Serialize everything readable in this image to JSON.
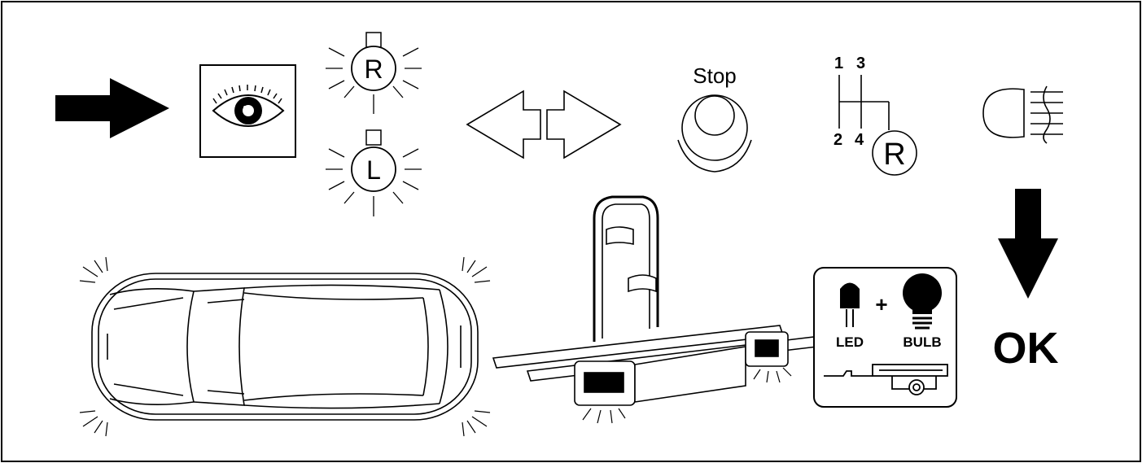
{
  "labels": {
    "turn_right": "R",
    "turn_left": "L",
    "stop": "Stop",
    "gear_1": "1",
    "gear_2": "2",
    "gear_3": "3",
    "gear_4": "4",
    "gear_reverse": "R",
    "led": "LED",
    "plus": "+",
    "bulb": "BULB",
    "ok": "OK"
  },
  "icons": [
    "arrow-right-icon",
    "eye-inspect-icon",
    "turn-signal-right-icon",
    "turn-signal-left-icon",
    "hazard-arrows-icon",
    "stop-lamp-icon",
    "gear-shift-icon",
    "fog-lamp-icon",
    "arrow-down-icon",
    "car-top-view-icon",
    "bike-carrier-icon",
    "led-icon",
    "bulb-icon",
    "trailer-icon"
  ],
  "colors": {
    "ink": "#000000",
    "paper": "#ffffff"
  }
}
